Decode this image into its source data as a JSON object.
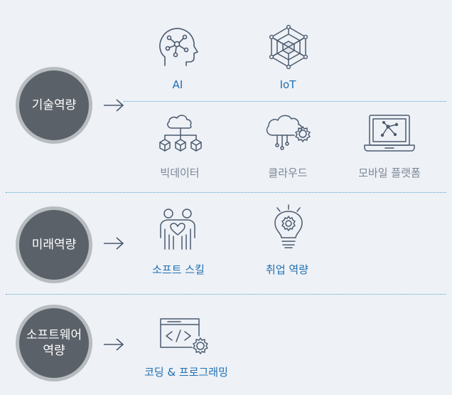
{
  "sections": [
    {
      "category_label": "기술역량",
      "items": [
        {
          "label": "AI",
          "icon": "ai-head-icon"
        },
        {
          "label": "IoT",
          "icon": "iot-cube-icon"
        },
        {
          "label": "빅데이터",
          "icon": "big-data-icon"
        },
        {
          "label": "클라우드",
          "icon": "cloud-gear-icon"
        },
        {
          "label": "모바일 플랫폼",
          "icon": "laptop-network-icon"
        }
      ]
    },
    {
      "category_label": "미래역량",
      "items": [
        {
          "label": "소프트 스킬",
          "icon": "people-heart-icon"
        },
        {
          "label": "취업 역량",
          "icon": "lightbulb-gear-icon"
        }
      ]
    },
    {
      "category_label_lines": [
        "소프트웨어",
        "역량"
      ],
      "items": [
        {
          "label": "코딩 & 프로그래밍",
          "icon": "code-window-icon"
        }
      ]
    }
  ],
  "colors": {
    "background": "#eef1f6",
    "circle_fill": "#5b6169",
    "circle_ring": "#b7bcc1",
    "label_blue": "#1f6fb2",
    "label_gray": "#7a8694",
    "icon_stroke": "#4a5a6e",
    "separator": "#5aa5cf"
  }
}
